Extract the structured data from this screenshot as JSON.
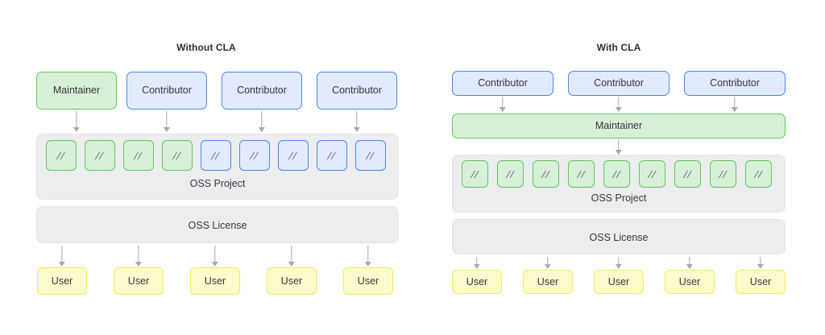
{
  "diagram": {
    "title_alt": "CLA comparison diagram",
    "code_glyph": "//",
    "colors": {
      "green_fill": "#d9f0d8",
      "green_border": "#5cc95c",
      "blue_fill": "#e2ebfd",
      "blue_border": "#4a86f7",
      "yellow_fill": "#fdfbcd",
      "yellow_border": "#f3ec55",
      "grey_fill": "#ecedef",
      "grey_border": "#e4e5e8",
      "arrow": "#a5a9af",
      "text": "#33373d",
      "background": "#ffffff"
    }
  },
  "left_panel": {
    "title": "Without CLA",
    "actors": [
      {
        "label": "Maintainer",
        "role": "maintainer"
      },
      {
        "label": "Contributor",
        "role": "contributor"
      },
      {
        "label": "Contributor",
        "role": "contributor"
      },
      {
        "label": "Contributor",
        "role": "contributor"
      }
    ],
    "project": {
      "label": "OSS Project",
      "code_blocks": [
        {
          "glyph": "//",
          "owner": "maintainer"
        },
        {
          "glyph": "//",
          "owner": "maintainer"
        },
        {
          "glyph": "//",
          "owner": "maintainer"
        },
        {
          "glyph": "//",
          "owner": "maintainer"
        },
        {
          "glyph": "//",
          "owner": "contributor"
        },
        {
          "glyph": "//",
          "owner": "contributor"
        },
        {
          "glyph": "//",
          "owner": "contributor"
        },
        {
          "glyph": "//",
          "owner": "contributor"
        },
        {
          "glyph": "//",
          "owner": "contributor"
        }
      ]
    },
    "license": {
      "label": "OSS License"
    },
    "users": [
      {
        "label": "User"
      },
      {
        "label": "User"
      },
      {
        "label": "User"
      },
      {
        "label": "User"
      },
      {
        "label": "User"
      }
    ]
  },
  "right_panel": {
    "title": "With CLA",
    "actors": [
      {
        "label": "Contributor",
        "role": "contributor"
      },
      {
        "label": "Contributor",
        "role": "contributor"
      },
      {
        "label": "Contributor",
        "role": "contributor"
      }
    ],
    "maintainer": {
      "label": "Maintainer",
      "role": "maintainer"
    },
    "project": {
      "label": "OSS Project",
      "code_blocks": [
        {
          "glyph": "//",
          "owner": "maintainer"
        },
        {
          "glyph": "//",
          "owner": "maintainer"
        },
        {
          "glyph": "//",
          "owner": "maintainer"
        },
        {
          "glyph": "//",
          "owner": "maintainer"
        },
        {
          "glyph": "//",
          "owner": "maintainer"
        },
        {
          "glyph": "//",
          "owner": "maintainer"
        },
        {
          "glyph": "//",
          "owner": "maintainer"
        },
        {
          "glyph": "//",
          "owner": "maintainer"
        },
        {
          "glyph": "//",
          "owner": "maintainer"
        }
      ]
    },
    "license": {
      "label": "OSS License"
    },
    "users": [
      {
        "label": "User"
      },
      {
        "label": "User"
      },
      {
        "label": "User"
      },
      {
        "label": "User"
      },
      {
        "label": "User"
      }
    ]
  }
}
